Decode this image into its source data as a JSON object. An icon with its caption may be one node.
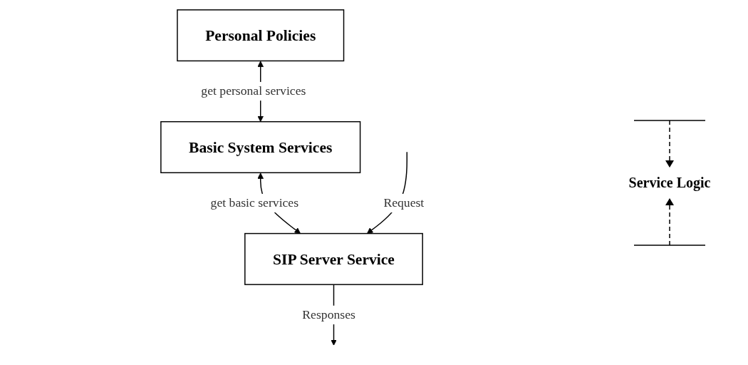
{
  "diagram": {
    "nodes": [
      {
        "text": [
          "Personal Policies"
        ]
      },
      {
        "text": [
          "Basic System Services"
        ]
      },
      {
        "text": [
          "SIP Server Service"
        ]
      }
    ],
    "edges": [
      {
        "from": 0,
        "to": 1,
        "arrow": "both",
        "label": "get personal services"
      },
      {
        "from": 1,
        "to": 2,
        "arrow": "both",
        "label": "get basic services"
      },
      {
        "from": null,
        "to": 2,
        "arrow": "to",
        "label": "Request"
      },
      {
        "from": 2,
        "to": null,
        "arrow": "to",
        "label": "Responses"
      }
    ],
    "labels": [
      "Service Logic"
    ]
  }
}
